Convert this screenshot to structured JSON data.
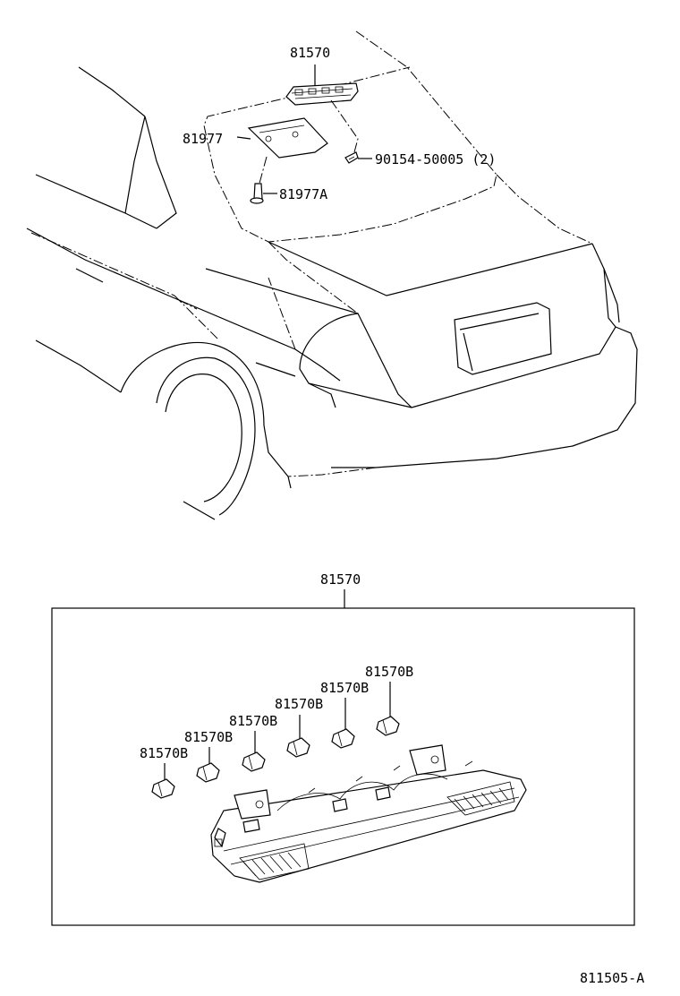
{
  "upper_callouts": {
    "stop_lamp": "81570",
    "cover": "81977",
    "screw": "90154-50005 (2)",
    "clip": "81977A"
  },
  "detail": {
    "assembly": "81570",
    "bulbs": [
      "81570B",
      "81570B",
      "81570B",
      "81570B",
      "81570B",
      "81570B"
    ]
  },
  "figure_id": "811505-A"
}
